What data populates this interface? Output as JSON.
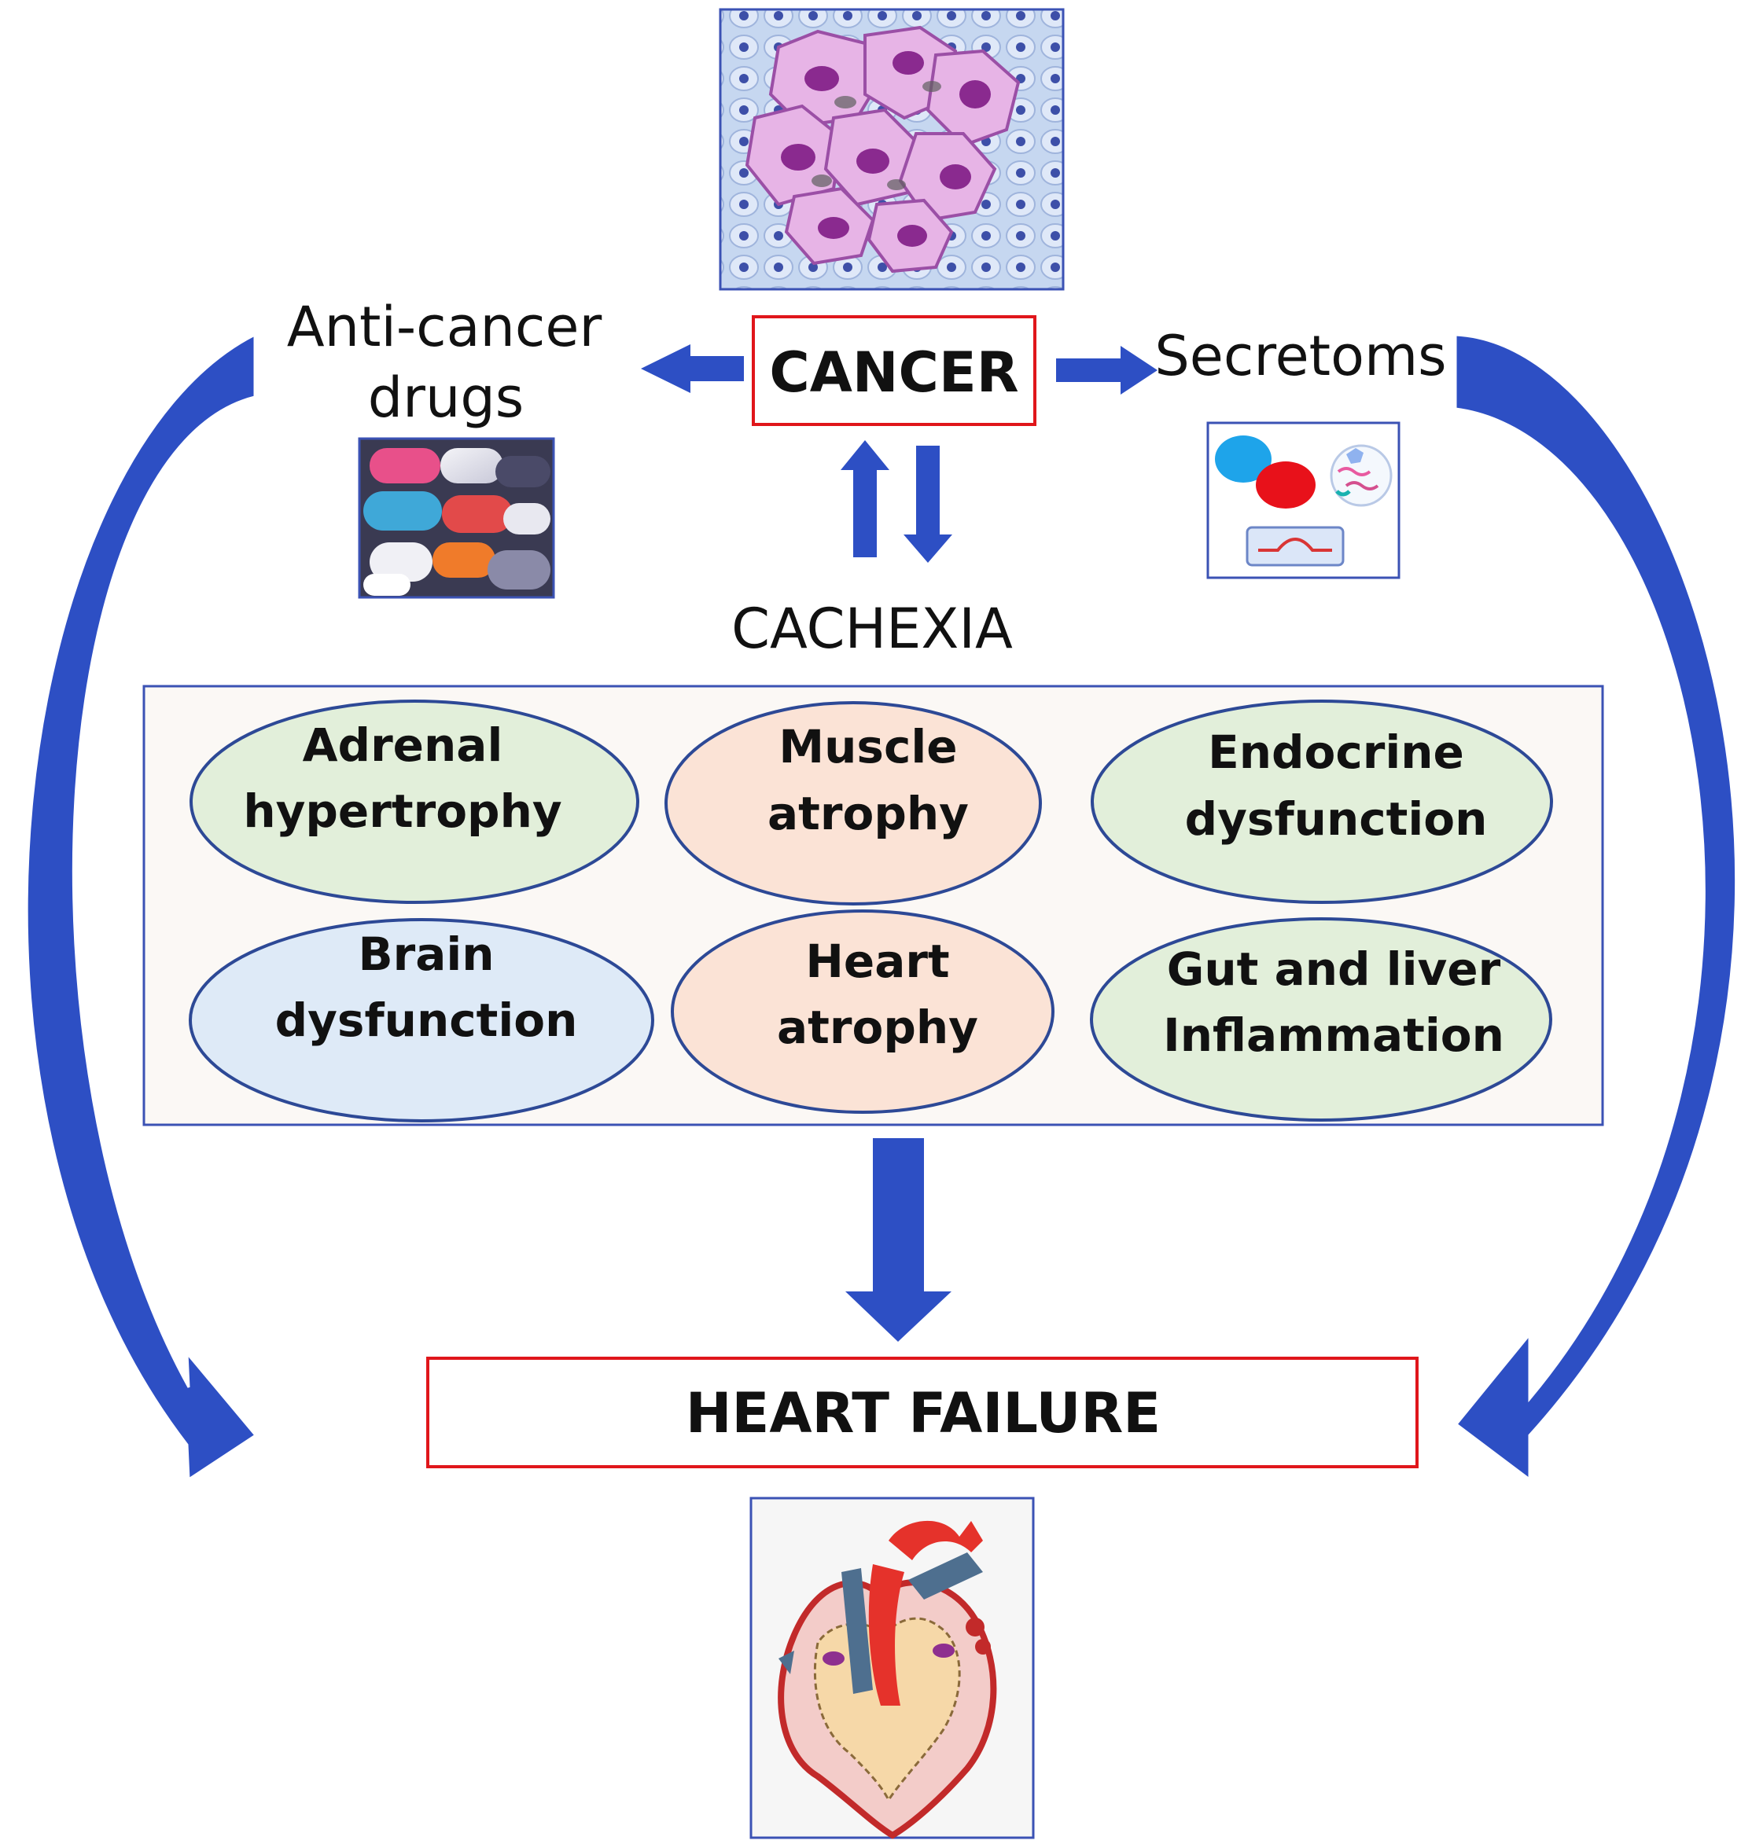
{
  "labels": {
    "cancer": "CANCER",
    "anti_cancer_line1": "Anti-cancer",
    "anti_cancer_line2": "drugs",
    "secretoms": "Secretoms",
    "cachexia": "CACHEXIA",
    "heart_failure": "HEART FAILURE"
  },
  "effects": [
    {
      "line1": "Adrenal",
      "line2": "hypertrophy",
      "color": "#e2efda"
    },
    {
      "line1": "Muscle",
      "line2": "atrophy",
      "color": "#fbe3d6"
    },
    {
      "line1": "Endocrine",
      "line2": "dysfunction",
      "color": "#e2efda"
    },
    {
      "line1": "Brain",
      "line2": "dysfunction",
      "color": "#deeaf7"
    },
    {
      "line1": "Heart",
      "line2": "atrophy",
      "color": "#fbe3d6"
    },
    {
      "line1": "Gut and liver",
      "line2": "Inflammation",
      "color": "#e2efda"
    }
  ],
  "colors": {
    "arrow_blue": "#2d4fc4",
    "box_red": "#e0161b",
    "frame_blue": "#3b52b4",
    "panel_bg": "#fbf8f5"
  },
  "icons": [
    "cancer-cells-image",
    "pills-image",
    "secretome-molecules-image",
    "heart-anatomy-image"
  ]
}
